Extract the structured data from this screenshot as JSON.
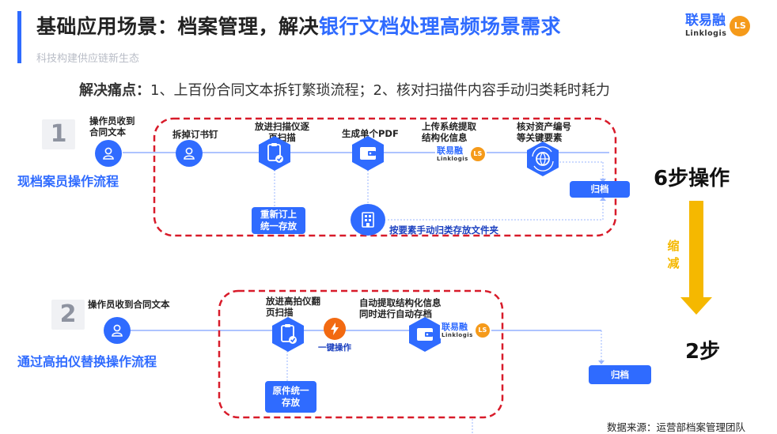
{
  "header": {
    "title_prefix": "基础应用场景：档案管理，解决",
    "title_highlight": "银行文档处理高频场景需求",
    "subtitle": "科技构建供应链新生态"
  },
  "brand": {
    "name": "联易融",
    "sub": "Linklogis",
    "badge": "LS"
  },
  "pain_points": {
    "label": "解决痛点：",
    "text": "1、上百份合同文本拆钉繁琐流程；2、核对扫描件内容手动归类耗时耗力"
  },
  "flow1": {
    "number": "1",
    "row_label": "现档案员操作流程",
    "steps": [
      {
        "label_lines": [
          "操作员收到",
          "合同文本"
        ],
        "icon": "user-icon"
      },
      {
        "label_lines": [
          "拆掉订书钉"
        ],
        "icon": "user-icon"
      },
      {
        "label_lines": [
          "放进扫描仪逐",
          "页扫描"
        ],
        "icon": "clipboard-check-icon"
      },
      {
        "label_lines": [
          "生成单个PDF"
        ],
        "icon": "wallet-icon"
      },
      {
        "label_lines": [
          "上传系统提取",
          "结构化信息"
        ],
        "icon": "brand-logo"
      },
      {
        "label_lines": [
          "核对资产编号",
          "等关键要素"
        ],
        "icon": "globe-refresh-icon"
      }
    ],
    "sub_boxes": [
      {
        "lines": [
          "重新订上",
          "统一存放"
        ]
      }
    ],
    "folder_step": {
      "label": "按要素手动归类存放文件夹",
      "icon": "building-icon"
    },
    "archive": "归档",
    "step_count": "6步操作"
  },
  "shrink_label": [
    "缩",
    "减"
  ],
  "flow2": {
    "number": "2",
    "row_label": "通过高拍仪替换操作流程",
    "steps": [
      {
        "label_lines": [
          "操作员收到合同文本"
        ],
        "icon": "user-icon"
      },
      {
        "label_lines": [
          "放进高拍仪翻",
          "页扫描"
        ],
        "icon": "clipboard-check-icon"
      },
      {
        "label_lines": [
          "自动提取结构化信息",
          "同时进行自动存档"
        ],
        "icon": "wallet-icon"
      }
    ],
    "one_click": "一键操作",
    "sub_box": {
      "lines": [
        "原件统一",
        "存放"
      ]
    },
    "archive": "归档",
    "step_count": "2步"
  },
  "source_note": "数据来源：运营部档案管理团队",
  "colors": {
    "accent": "#2f6bff",
    "dash_red": "#d81b2a",
    "arrow_yellow": "#f5b800",
    "badge_orange": "#f59a1a"
  }
}
